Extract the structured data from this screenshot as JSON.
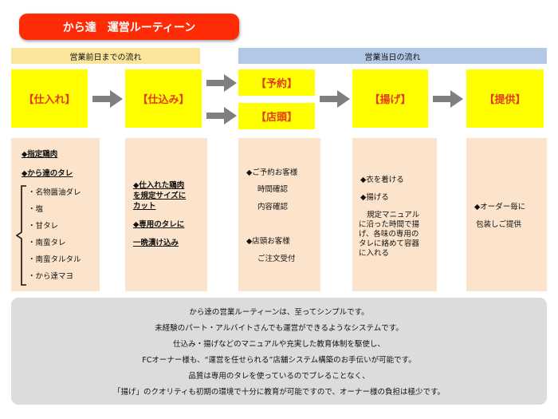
{
  "title": "から達　運営ルーティーン",
  "phases": {
    "pre": "営業前日までの流れ",
    "day": "営業当日の流れ"
  },
  "steps": {
    "shiire": "【仕入れ】",
    "shikomi": "【仕込み】",
    "yoyaku": "【予約】",
    "tento": "【店頭】",
    "age": "【揚げ】",
    "teikyo": "【提供】"
  },
  "panel1": {
    "h1": "◆指定鶏肉",
    "h2": "◆から達のタレ",
    "items": [
      "・名物醤油ダレ",
      "・塩",
      "・甘タレ",
      "・南蛮タレ",
      "・南蛮タルタル",
      "・から達マヨ"
    ]
  },
  "panel2": {
    "h1_lines": [
      "◆仕入れた鶏肉",
      "を規定サイズに",
      "カット"
    ],
    "h2_lines": [
      "◆専用のタレに",
      "一晩漬け込み"
    ]
  },
  "panel3": {
    "lines_a": [
      "◆ご予約お客様",
      "時間確認",
      "内容確認"
    ],
    "lines_b": [
      "◆店頭お客様",
      "ご注文受付"
    ]
  },
  "panel4": {
    "l1": "◆衣を着ける",
    "l2": "◆揚げる",
    "para": [
      "規定マニュアル",
      "に沿った時間で揚",
      "げ、各味の専用の",
      "タレに絡めて容器",
      "に入れる"
    ]
  },
  "panel5": {
    "lines": [
      "◆オーダー毎に",
      "包装しご提供"
    ]
  },
  "summary": [
    "から達の営業ルーティーンは、至ってシンプルです。",
    "未経験のパート・アルバイトさんでも運営ができるようなシステムです。",
    "仕込み・揚げなどのマニュアルや充実した教育体制を駆使し、",
    "FCオーナー様も、“運営を任せられる”店舗システム構築のお手伝いが可能です。",
    "品質は専用のタレを使っているのでブレることなく、",
    "「揚げ」のクオリティも初期の環境で十分に教育が可能ですので、オーナー様の負担は極少です。"
  ],
  "colors": {
    "title_bg": "#ff2a06",
    "pre_bar": "#fbe49c",
    "day_bar": "#b3c7e7",
    "step_bg": "#ffff00",
    "step_text": "#e33a1a",
    "panel_bg": "#fbe4cb",
    "arrow": "#7f7f7f",
    "summary_bg": "#dcdcdc"
  }
}
